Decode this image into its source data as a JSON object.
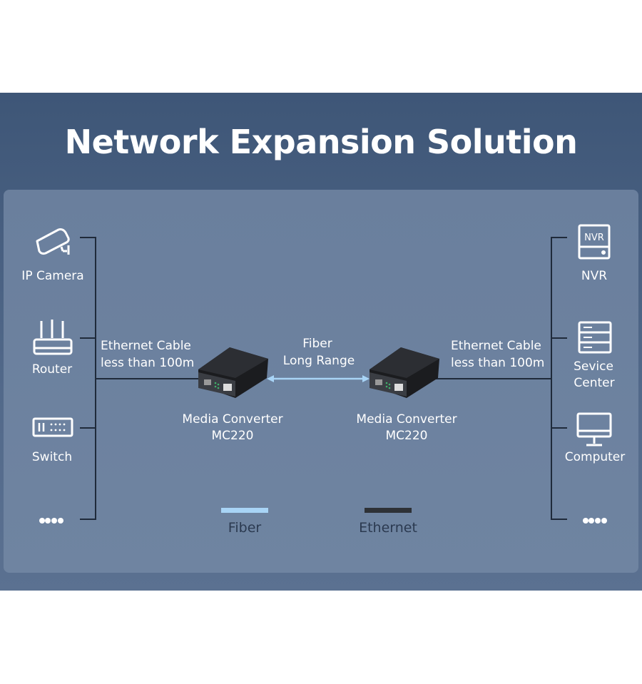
{
  "title": "Network Expansion Solution",
  "left_devices": [
    {
      "label": "IP Camera",
      "icon": "camera-icon"
    },
    {
      "label": "Router",
      "icon": "router-icon"
    },
    {
      "label": "Switch",
      "icon": "switch-icon"
    },
    {
      "label": "",
      "icon": "more-dots-icon"
    }
  ],
  "right_devices": [
    {
      "label": "NVR",
      "icon": "nvr-icon",
      "icon_text": "NVR"
    },
    {
      "label": "Sevice\nCenter",
      "label_line1": "Sevice",
      "label_line2": "Center",
      "icon": "server-icon"
    },
    {
      "label": "Computer",
      "icon": "computer-icon"
    },
    {
      "label": "",
      "icon": "more-dots-icon"
    }
  ],
  "left_link": {
    "line1": "Ethernet Cable",
    "line2": "less than 100m"
  },
  "right_link": {
    "line1": "Ethernet Cable",
    "line2": "less than 100m"
  },
  "fiber_link": {
    "line1": "Fiber",
    "line2": "Long Range"
  },
  "converters": [
    {
      "line1": "Media Converter",
      "line2": "MC220"
    },
    {
      "line1": "Media Converter",
      "line2": "MC220"
    }
  ],
  "legend": [
    {
      "label": "Fiber",
      "color": "#a8d4f6"
    },
    {
      "label": "Ethernet",
      "color": "#2e3136"
    }
  ],
  "colors": {
    "band": "#3e5677",
    "panel": "#6c819f",
    "line": "#1f2a3a",
    "fiber": "#a8d4f6"
  }
}
